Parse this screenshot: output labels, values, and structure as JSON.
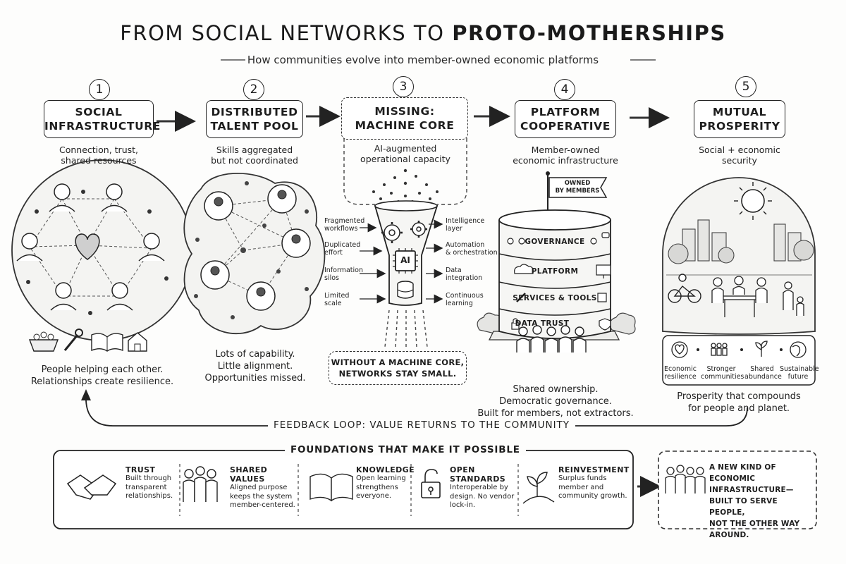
{
  "header": {
    "title_main": "FROM SOCIAL NETWORKS TO ",
    "title_bold": "PROTO-MOTHERSHIPS",
    "subtitle": "How communities evolve into member-owned economic platforms"
  },
  "steps": [
    {
      "number": "1",
      "title_line1": "SOCIAL",
      "title_line2": "INFRASTRUCTURE",
      "desc_line1": "Connection, trust,",
      "desc_line2": "shared resources",
      "caption_line1": "People helping each other.",
      "caption_line2": "Relationships create resilience."
    },
    {
      "number": "2",
      "title_line1": "DISTRIBUTED",
      "title_line2": "TALENT POOL",
      "desc_line1": "Skills aggregated",
      "desc_line2": "but not coordinated",
      "caption_line1": "Lots of capability.",
      "caption_line2": "Little alignment.",
      "caption_line3": "Opportunities missed."
    },
    {
      "number": "3",
      "title_line1": "MISSING:",
      "title_line2": "MACHINE CORE",
      "desc_line1": "AI-augmented",
      "desc_line2": "operational capacity",
      "inputs": [
        {
          "l1": "Fragmented",
          "l2": "workflows"
        },
        {
          "l1": "Duplicated",
          "l2": "effort"
        },
        {
          "l1": "Information",
          "l2": "silos"
        },
        {
          "l1": "Limited",
          "l2": "scale"
        }
      ],
      "outputs": [
        {
          "l1": "Intelligence",
          "l2": "layer"
        },
        {
          "l1": "Automation",
          "l2": "& orchestration"
        },
        {
          "l1": "Data",
          "l2": "integration"
        },
        {
          "l1": "Continuous",
          "l2": "learning"
        }
      ],
      "core_label": "AI",
      "note_line1": "WITHOUT A MACHINE CORE,",
      "note_line2": "NETWORKS STAY SMALL."
    },
    {
      "number": "4",
      "title_line1": "PLATFORM",
      "title_line2": "COOPERATIVE",
      "desc_line1": "Member-owned",
      "desc_line2": "economic infrastructure",
      "flag_line1": "OWNED",
      "flag_line2": "BY MEMBERS",
      "layers": [
        "GOVERNANCE",
        "PLATFORM",
        "SERVICES & TOOLS",
        "DATA TRUST"
      ],
      "caption_line1": "Shared ownership.",
      "caption_line2": "Democratic governance.",
      "caption_line3": "Built for members, not extractors."
    },
    {
      "number": "5",
      "title_line1": "MUTUAL",
      "title_line2": "PROSPERITY",
      "desc_line1": "Social + economic",
      "desc_line2": "security",
      "benefits": [
        {
          "l1": "Economic",
          "l2": "resilience"
        },
        {
          "l1": "Stronger",
          "l2": "communities"
        },
        {
          "l1": "Shared",
          "l2": "abundance"
        },
        {
          "l1": "Sustainable",
          "l2": "future"
        }
      ],
      "caption_line1": "Prosperity that compounds",
      "caption_line2": "for people and planet."
    }
  ],
  "feedback_loop": "FEEDBACK LOOP: VALUE RETURNS TO THE COMMUNITY",
  "foundations": {
    "title": "FOUNDATIONS THAT MAKE IT POSSIBLE",
    "items": [
      {
        "title": "TRUST",
        "l1": "Built through",
        "l2": "transparent",
        "l3": "relationships."
      },
      {
        "title": "SHARED VALUES",
        "l1": "Aligned purpose",
        "l2": "keeps the system",
        "l3": "member-centered."
      },
      {
        "title": "KNOWLEDGE",
        "l1": "Open learning",
        "l2": "strengthens",
        "l3": "everyone."
      },
      {
        "title": "OPEN STANDARDS",
        "l1": "Interoperable by",
        "l2": "design. No vendor",
        "l3": "lock-in."
      },
      {
        "title": "REINVESTMENT",
        "l1": "Surplus funds",
        "l2": "member and",
        "l3": "community growth."
      }
    ],
    "conclusion": [
      "A NEW KIND OF ECONOMIC",
      "INFRASTRUCTURE—",
      "BUILT TO SERVE PEOPLE,",
      "NOT THE OTHER WAY AROUND."
    ]
  }
}
